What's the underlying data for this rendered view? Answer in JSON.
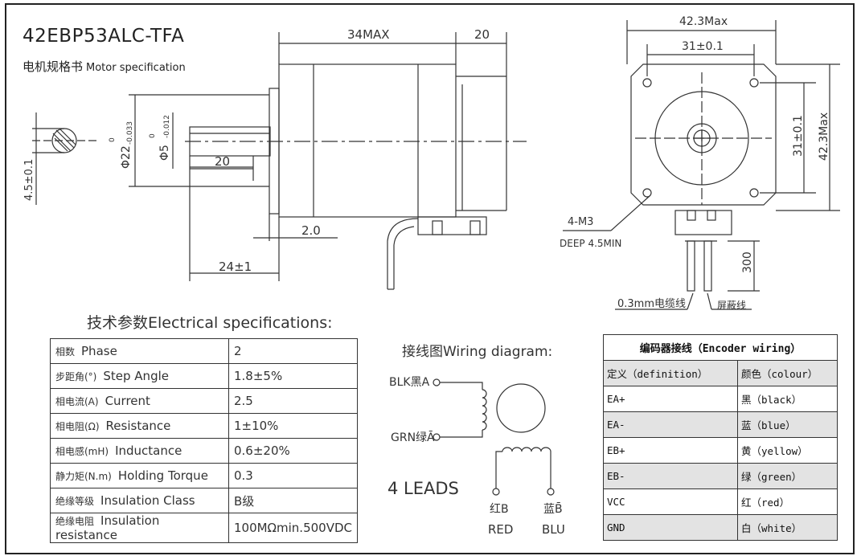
{
  "drawing": {
    "model": "42EBP53ALC-TFA",
    "subtitle_cn": "电机规格书",
    "subtitle_en": "Motor specification"
  },
  "dimensions": {
    "body_length": "34MAX",
    "shaft_length_top": "20",
    "flat_length": "20",
    "flange_step": "2.0",
    "shaft_total": "24±1",
    "flat_depth": "4.5±0.1",
    "boss_dia": "Φ22",
    "boss_tol_upper": "0",
    "boss_tol_lower": "-0.033",
    "shaft_dia": "Φ5",
    "shaft_tol_upper": "0",
    "shaft_tol_lower": "-0.012",
    "frame_size_h": "42.3Max",
    "hole_spacing_h": "31±0.1",
    "hole_spacing_v": "31±0.1",
    "frame_size_v": "42.3Max",
    "mount_holes": "4-M3",
    "mount_depth": "DEEP 4.5MIN",
    "lead_length": "300",
    "cable_label": "0.3mm电缆线",
    "shield_label": "屏蔽线"
  },
  "electrical": {
    "title": "技术参数Electrical specifications:",
    "rows": [
      {
        "cn": "相数",
        "en": "Phase",
        "value": "2"
      },
      {
        "cn": "步距角(°)",
        "en": "Step Angle",
        "value": "1.8±5%"
      },
      {
        "cn": "相电流(A)",
        "en": "Current",
        "value": "2.5"
      },
      {
        "cn": "相电阻(Ω)",
        "en": "Resistance",
        "value": "1±10%"
      },
      {
        "cn": "相电感(mH)",
        "en": "Inductance",
        "value": "0.6±20%"
      },
      {
        "cn": "静力矩(N.m)",
        "en": "Holding Torque",
        "value": "0.3"
      },
      {
        "cn": "绝缘等级",
        "en": "Insulation Class",
        "value": "B级"
      },
      {
        "cn": "绝缘电阻",
        "en": "Insulation resistance",
        "value": "100MΩmin.500VDC"
      }
    ]
  },
  "wiring": {
    "title": "接线图Wiring diagram:",
    "blk": "BLK黑A",
    "grn": "GRN绿Ā",
    "leads": "4 LEADS",
    "red_cn": "红B",
    "red_en": "RED",
    "blu_cn": "蓝B̄",
    "blu_en": "BLU"
  },
  "encoder": {
    "title": "编码器接线（Encoder wiring）",
    "col_def": "定义（definition）",
    "col_colour": "颜色（colour）",
    "rows": [
      {
        "def": "EA+",
        "colour": "黑（black）"
      },
      {
        "def": "EA-",
        "colour": "蓝（blue）"
      },
      {
        "def": "EB+",
        "colour": "黄（yellow）"
      },
      {
        "def": "EB-",
        "colour": "绿（green）"
      },
      {
        "def": "VCC",
        "colour": "红（red）"
      },
      {
        "def": "GND",
        "colour": "白（white）"
      }
    ]
  }
}
